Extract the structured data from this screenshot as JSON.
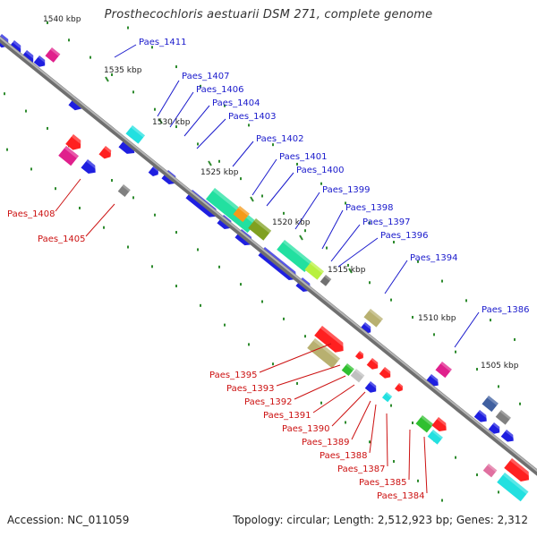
{
  "title": "Prosthecochloris aestuarii DSM 271, complete genome",
  "accession_text": "Accession: NC_011059",
  "topology_text": "Topology: circular; Length: 2,512,923 bp; Genes: 2,312",
  "colors": {
    "backbone": "#8a8a8a",
    "ticks": "#2e8b2e",
    "forward_label": "#1a1acc",
    "reverse_label": "#cc1111",
    "leader": "#1a1acc",
    "leader_reverse": "#cc1111"
  },
  "scale_labels": [
    "1540 kbp",
    "1535 kbp",
    "1530 kbp",
    "1525 kbp",
    "1520 kbp",
    "1515 kbp",
    "1510 kbp",
    "1505 kbp"
  ],
  "forward_labels": [
    "Paes_1411",
    "Paes_1407",
    "Paes_1406",
    "Paes_1404",
    "Paes_1403",
    "Paes_1402",
    "Paes_1401",
    "Paes_1400",
    "Paes_1399",
    "Paes_1398",
    "Paes_1397",
    "Paes_1396",
    "Paes_1394",
    "Paes_1386"
  ],
  "reverse_labels": [
    "Paes_1408",
    "Paes_1405",
    "Paes_1395",
    "Paes_1393",
    "Paes_1392",
    "Paes_1391",
    "Paes_1390",
    "Paes_1389",
    "Paes_1388",
    "Paes_1387",
    "Paes_1385",
    "Paes_1384"
  ]
}
